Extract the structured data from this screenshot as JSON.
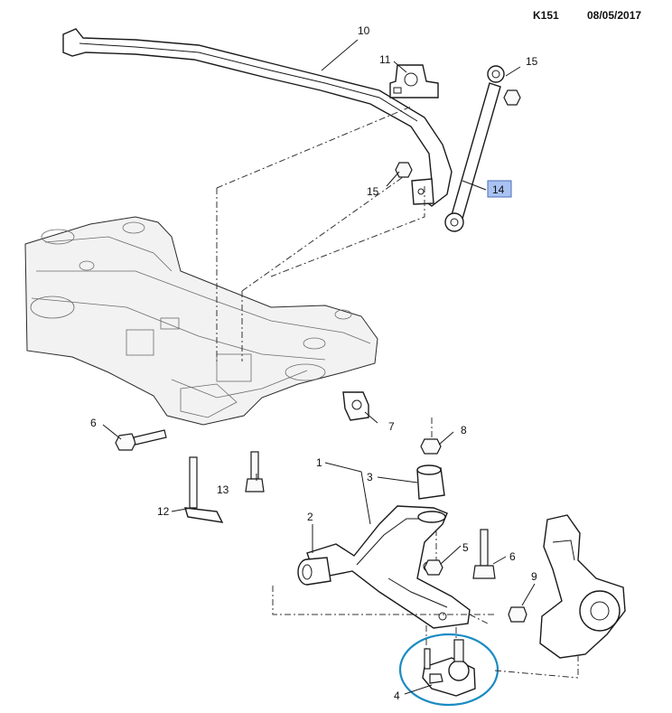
{
  "header": {
    "page_code": "K151",
    "date": "08/05/2017"
  },
  "callouts": {
    "c1": "1",
    "c2": "2",
    "c3": "3",
    "c4": "4",
    "c5": "5",
    "c6a": "6",
    "c6b": "6",
    "c7": "7",
    "c8": "8",
    "c9": "9",
    "c10": "10",
    "c11": "11",
    "c12": "12",
    "c13": "13",
    "c14": "14",
    "c15a": "15",
    "c15b": "15"
  },
  "colors": {
    "highlight_box": "#a9c2f2",
    "highlight_circle": "#1a8bc2",
    "line": "#1a1a1a"
  }
}
